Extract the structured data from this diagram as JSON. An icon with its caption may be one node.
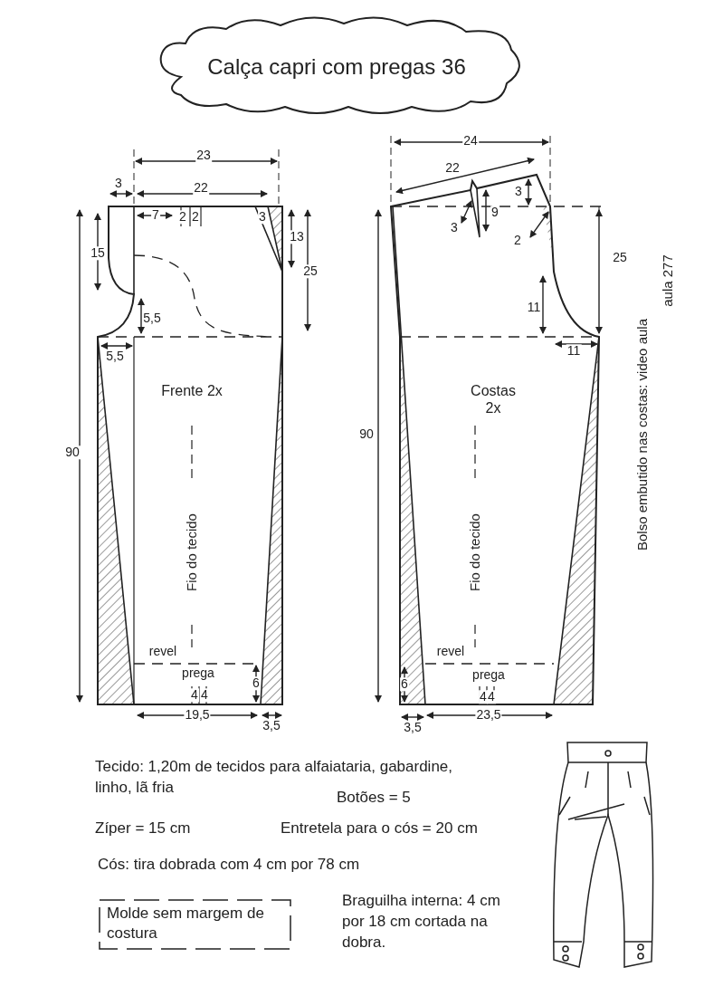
{
  "diagram": {
    "title": "Calça capri com pregas 36",
    "nodes": [
      {
        "text": [
          "Frente 2x"
        ]
      },
      {
        "text": [
          "Costas 2x"
        ]
      },
      {
        "text": [
          "Molde sem margem de costura"
        ]
      }
    ],
    "labels": [
      "23",
      "3",
      "22",
      "7",
      "2",
      "2",
      "3",
      "13",
      "25",
      "15",
      "5,5",
      "5,5",
      "90",
      "Fio do tecido",
      "revel",
      "prega",
      "4",
      "4",
      "6",
      "19,5",
      "3,5",
      "24",
      "22",
      "3",
      "9",
      "3",
      "2",
      "25",
      "11",
      "11",
      "90",
      "Fio do tecido",
      "revel",
      "prega",
      "6",
      "4",
      "4",
      "3,5",
      "23,5",
      "Tecido: 1,20m de tecidos para alfaiataria, gabardine, linho, lã fria",
      "Botões = 5",
      "Zíper = 15 cm",
      "Entretela para o cós = 20 cm",
      "Cós: tira dobrada com 4 cm por 78 cm",
      "Braguilha interna: 4 cm por 18 cm cortada na dobra.",
      "Bolso embutido nas costas: video aula",
      "aula 277"
    ]
  }
}
